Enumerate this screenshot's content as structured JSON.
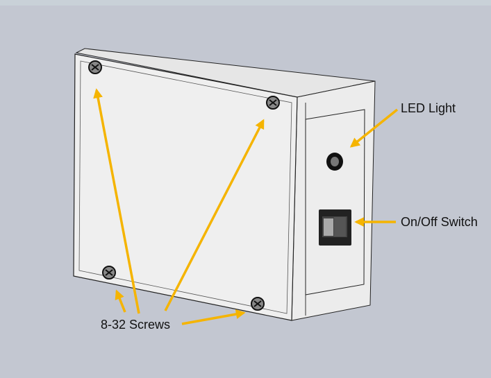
{
  "labels": {
    "led": "LED Light",
    "switch": "On/Off Switch",
    "screws": "8-32 Screws"
  },
  "colors": {
    "arrow": "#f5b400",
    "background": "#c3c7d1"
  }
}
